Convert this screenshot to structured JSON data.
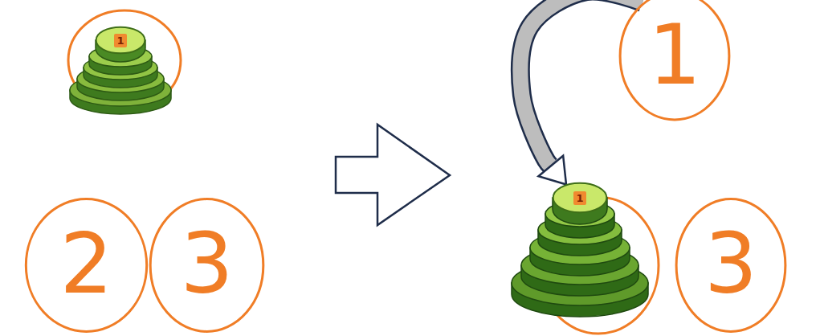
{
  "diagram": {
    "nodes": [
      {
        "text": [
          "1"
        ]
      },
      {
        "text": [
          "2"
        ]
      },
      {
        "text": [
          "3"
        ]
      },
      {
        "text": [
          "1"
        ]
      },
      {
        "text": [
          "1"
        ]
      },
      {
        "text": [
          "3"
        ]
      }
    ],
    "edges": [
      {
        "from": 3,
        "to": 4,
        "arrow": "to"
      }
    ]
  }
}
